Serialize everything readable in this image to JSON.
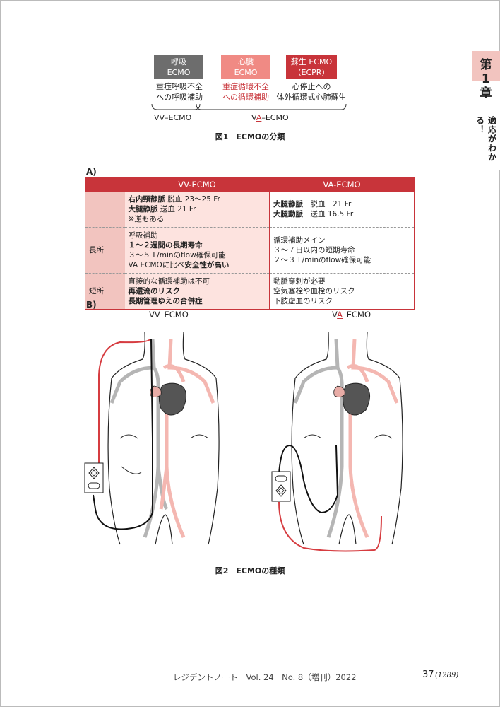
{
  "chapter": {
    "number": "第1章",
    "subtitle": "適応がわかる！"
  },
  "figure1": {
    "boxes": [
      {
        "line1": "呼吸",
        "line2": "ECMO",
        "desc1": "重症呼吸不全",
        "desc2": "への呼吸補助",
        "color": "#6d6d6d"
      },
      {
        "line1": "心臓",
        "line2": "ECMO",
        "desc1": "重症循環不全",
        "desc2": "への循環補助",
        "color": "#f08a84"
      },
      {
        "line1": "蘇生 ECMO",
        "line2": "（ECPR）",
        "desc1": "心停止への",
        "desc2": "体外循環式心肺蘇生",
        "color": "#c8343a"
      }
    ],
    "vv_label": "VV–ECMO",
    "va_label_pre": "V",
    "va_label_a": "A",
    "va_label_post": "–ECMO",
    "caption": "図1　ECMOの分類"
  },
  "tableA": {
    "label": "A)",
    "headers": [
      "VV-ECMO",
      "VA-ECMO"
    ],
    "rows": [
      {
        "head": "",
        "vv": [
          {
            "bold": "右内頸静脈",
            "rest": " 脱血 23～25 Fr"
          },
          {
            "bold": "大腿静脈",
            "rest": " 送血 21 Fr"
          },
          {
            "bold": "",
            "rest": "※逆もある"
          }
        ],
        "va": [
          {
            "bold": "大腿静脈",
            "rest": "　脱血　21 Fr"
          },
          {
            "bold": "大腿動脈",
            "rest": "　送血 16.5 Fr"
          }
        ]
      },
      {
        "head": "長所",
        "vv": [
          {
            "bold": "",
            "rest": "呼吸補助"
          },
          {
            "bold": "１～２週間の長期寿命",
            "rest": ""
          },
          {
            "bold": "",
            "rest": "３～５ L/minのflow確保可能"
          },
          {
            "bold": "",
            "rest": "VA ECMOに比べ",
            "bold2": "安全性が高い"
          }
        ],
        "va": [
          {
            "bold": "",
            "rest": "循環補助メイン"
          },
          {
            "bold": "",
            "rest": "３～７日以内の短期寿命"
          },
          {
            "bold": "",
            "rest": "２～３ L/minのflow確保可能"
          }
        ]
      },
      {
        "head": "短所",
        "vv": [
          {
            "bold": "",
            "rest": "直接的な循環補助は不可"
          },
          {
            "bold": "再還流のリスク",
            "rest": ""
          },
          {
            "bold": "長期管理ゆえの合併症",
            "rest": ""
          }
        ],
        "va": [
          {
            "bold": "",
            "rest": "動脈穿刺が必要"
          },
          {
            "bold": "",
            "rest": "空気塞栓や血栓のリスク"
          },
          {
            "bold": "",
            "rest": "下肢虚血のリスク"
          }
        ]
      }
    ]
  },
  "figure2": {
    "label": "B)",
    "left_title": "VV–ECMO",
    "right_title_pre": "V",
    "right_title_a": "A",
    "right_title_post": "–ECMO",
    "caption": "図2　ECMOの種類"
  },
  "footer": {
    "journal": "レジデントノート　Vol. 24　No. 8（増刊）2022",
    "page": "37",
    "page_sub": "(1289)"
  },
  "colors": {
    "accent": "#c8343a",
    "accent_light": "#f2c4bf",
    "pink_cell": "#fde3df",
    "gray_box": "#6d6d6d",
    "salmon_box": "#f08a84"
  }
}
